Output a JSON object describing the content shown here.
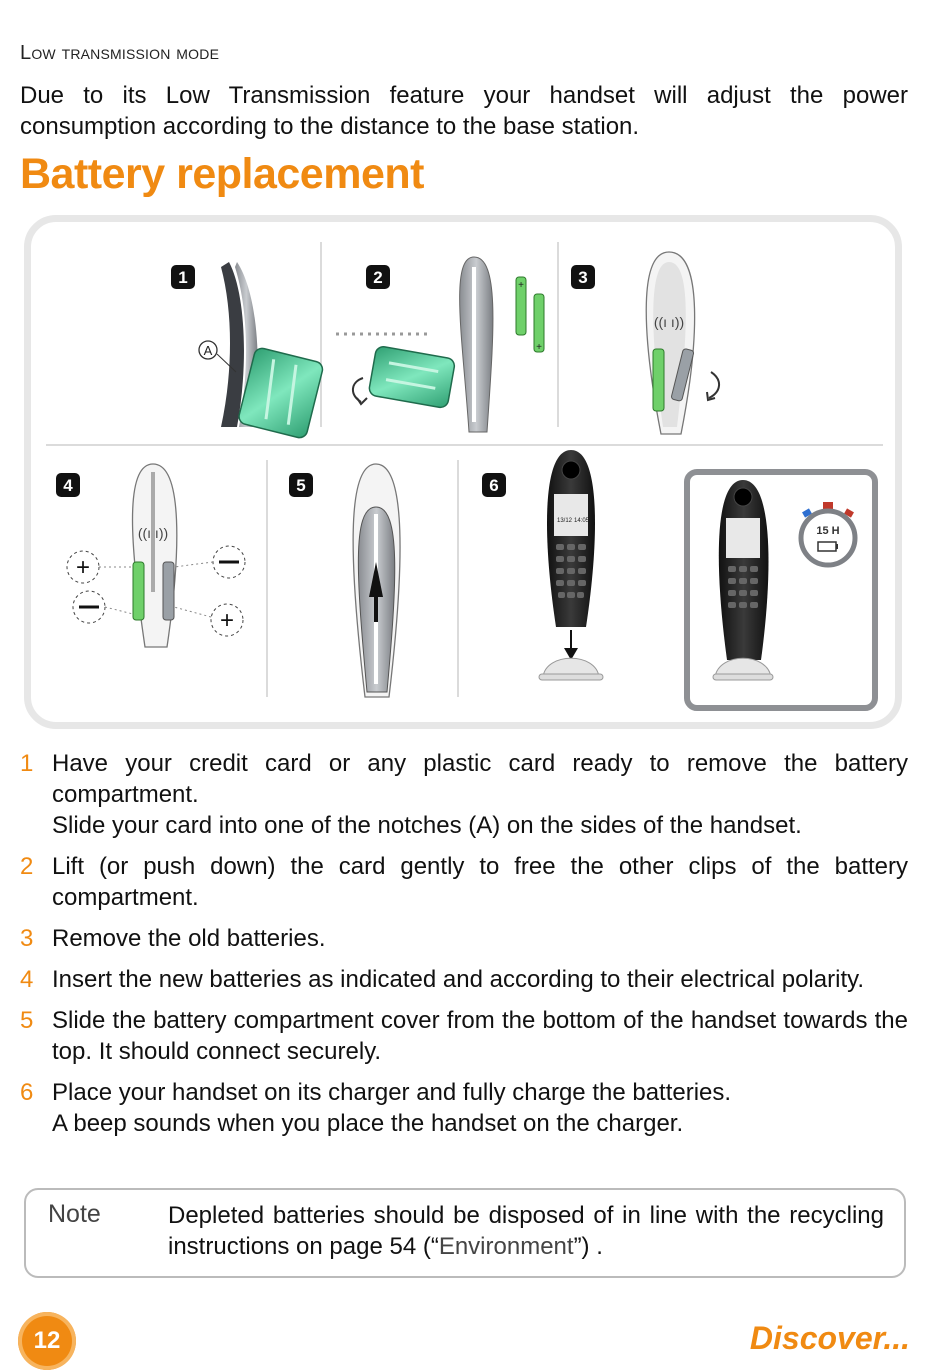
{
  "section_title": "Low transmission mode",
  "intro_text": "Due to its Low Transmission feature your handset will adjust the power consumption according to the distance to the base station.",
  "main_title": "Battery replacement",
  "figure": {
    "step_labels": [
      "1",
      "2",
      "3",
      "4",
      "5",
      "6"
    ],
    "notch_label": "A",
    "timer_label": "15 H",
    "screen_date": "13/12",
    "screen_time": "14:05"
  },
  "steps": [
    {
      "num": "1",
      "lines": [
        "Have your credit card or any plastic card ready to remove the battery compartment.",
        "Slide your card into one of the notches (A) on the sides of the handset."
      ]
    },
    {
      "num": "2",
      "lines": [
        "Lift (or push down) the card gently to free the other clips of the battery compartment."
      ]
    },
    {
      "num": "3",
      "lines": [
        "Remove the old batteries."
      ]
    },
    {
      "num": "4",
      "lines": [
        "Insert the new batteries as indicated and according to their electrical polarity."
      ]
    },
    {
      "num": "5",
      "lines": [
        "Slide the battery compartment cover from the bottom of the handset towards the top. It should connect securely."
      ]
    },
    {
      "num": "6",
      "lines": [
        "Place your handset on its charger and fully charge the batteries.",
        "A beep sounds when you place the handset on the charger."
      ]
    }
  ],
  "note": {
    "label": "Note",
    "text_before": "Depleted batteries should be disposed of in line with the recycling instructions on page 54 (“",
    "link": "Environment",
    "text_after": "”) ."
  },
  "footer": {
    "page_number": "12",
    "section": "Discover..."
  },
  "colors": {
    "accent": "#f08a12",
    "battery": "#4fcf9b"
  }
}
